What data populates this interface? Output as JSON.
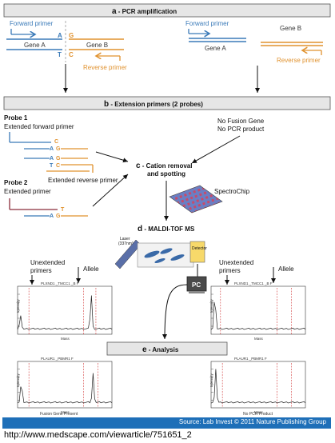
{
  "section_a": {
    "letter": "a",
    "title": " - PCR amplification"
  },
  "section_b": {
    "letter": "b",
    "title": " - Extension primers (2 probes)"
  },
  "section_c": {
    "letter": "c",
    "title": " - Cation removal",
    "title2": "and spotting"
  },
  "section_d": {
    "letter": "d",
    "title": " - MALDI-TOF MS"
  },
  "section_e": {
    "letter": "e",
    "title": " - Analysis"
  },
  "pcr_left": {
    "forward_primer": "Forward primer",
    "gene_a": "Gene A",
    "gene_b": "Gene B",
    "reverse_primer": "Reverse primer",
    "base_a_top": "A",
    "base_g_top": "G",
    "base_t_bottom": "T",
    "base_c_bottom": "C"
  },
  "pcr_right": {
    "forward_primer": "Forward primer",
    "gene_a": "Gene A",
    "gene_b": "Gene B",
    "reverse_primer": "Reverse primer"
  },
  "probes": {
    "probe1": "Probe 1",
    "ext_forward": "Extended forward primer",
    "ext_reverse": "Extended reverse primer",
    "probe2": "Probe 2",
    "ext_primer": "Extended primer",
    "b_c1": "C",
    "b_a1": "A",
    "b_g1": "G",
    "b_a2": "A",
    "b_g2": "G",
    "b_t2": "T",
    "b_c2": "C",
    "b_a3": "A",
    "b_g3": "G",
    "b_t3": "T"
  },
  "no_fusion": {
    "line1": "No Fusion Gene",
    "line2": "No PCR product"
  },
  "spectrochip": "SpectroChip",
  "maldi": {
    "laser": "Laser",
    "laser_nm": "(337nm)",
    "detector": "Detector",
    "pc": "PC"
  },
  "spectra": {
    "unextended": "Unextended",
    "primers": "primers",
    "allele": "Allele",
    "plot_title_1": "PLXND1 _TMCC1 _B F",
    "plot_title_2": "PLAUR1 _PBMR1 F",
    "ylabel": "Intensity",
    "xlabel": "Mass",
    "caption_left": "Fusion Gene Present",
    "caption_right": "No PCR Product"
  },
  "footer": {
    "source": "Source: Lab Invest © 2011 Nature Publishing Group",
    "url": "http://www.medscape.com/viewarticle/751651_2"
  },
  "colors": {
    "blue": "#3a7ab8",
    "orange": "#e0922f",
    "red": "#8b2c3a",
    "dash_red": "#d23a3a",
    "header_bg": "#e6e6e6",
    "footer": "#1e6fb8"
  }
}
